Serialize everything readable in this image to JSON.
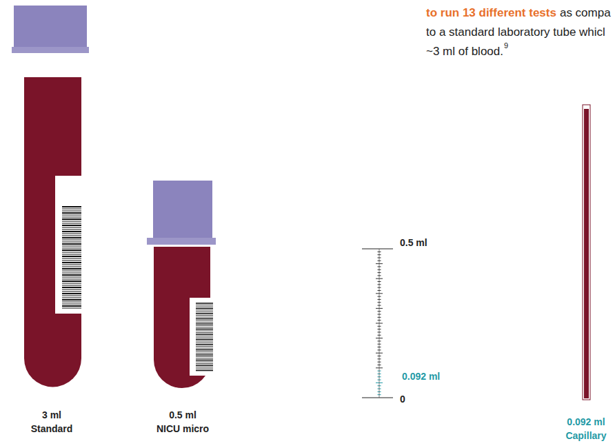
{
  "diagram": {
    "labels": [
      "to run 13 different tests",
      "as compa",
      "to a standard laboratory tube whicl",
      "~3 ml of blood.",
      "9",
      "3 ml",
      "Standard",
      "0.5 ml",
      "NICU micro",
      "0.5 ml",
      "0.092 ml",
      "0",
      "0.092 ml",
      "Capillary"
    ]
  }
}
